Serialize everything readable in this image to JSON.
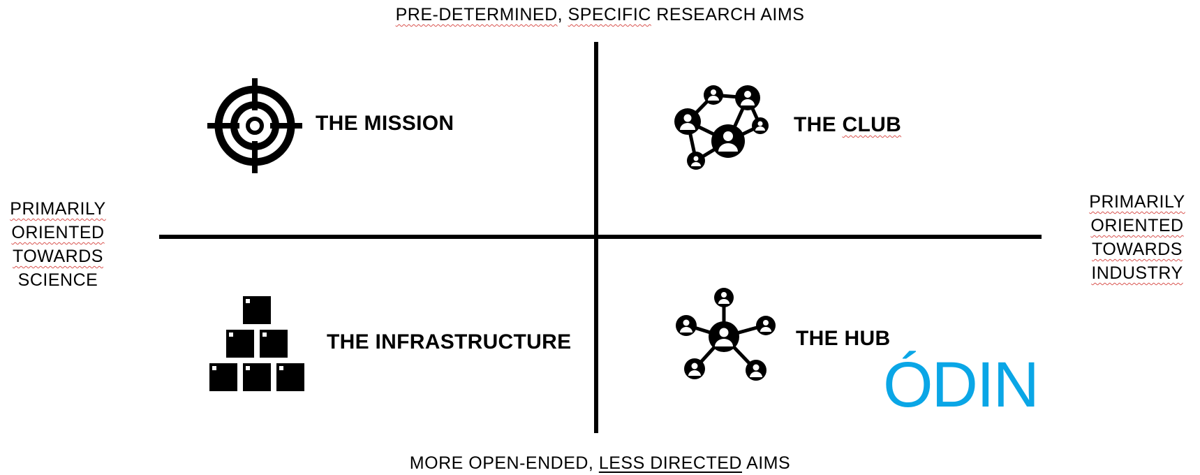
{
  "axes": {
    "top": [
      "PRE-DETERMINED",
      ", ",
      "SPECIFIC",
      " RESEARCH AIMS"
    ],
    "bottom": [
      "MORE OPEN-ENDED, ",
      "LESS DIRECTED",
      " AIMS"
    ],
    "left": [
      "PRIMARILY",
      "ORIENTED",
      "TOWARDS",
      "SCIENCE"
    ],
    "right": [
      "PRIMARILY",
      "ORIENTED",
      "TOWARDS",
      "INDUSTRY"
    ]
  },
  "quadrants": {
    "top_left": {
      "title": "THE MISSION",
      "icon": "target-icon"
    },
    "top_right": {
      "title_prefix": "THE ",
      "title_word": "CLUB",
      "icon": "network-people-icon"
    },
    "bottom_left": {
      "title": "THE INFRASTRUCTURE",
      "icon": "stacked-boxes-icon"
    },
    "bottom_right": {
      "title": "THE HUB",
      "icon": "hub-people-icon"
    }
  },
  "logo": {
    "text": "ÓDIN",
    "color": "#0aa6e6"
  },
  "colors": {
    "axis": "#000000",
    "spellcheck_underline": "#d9534f"
  }
}
